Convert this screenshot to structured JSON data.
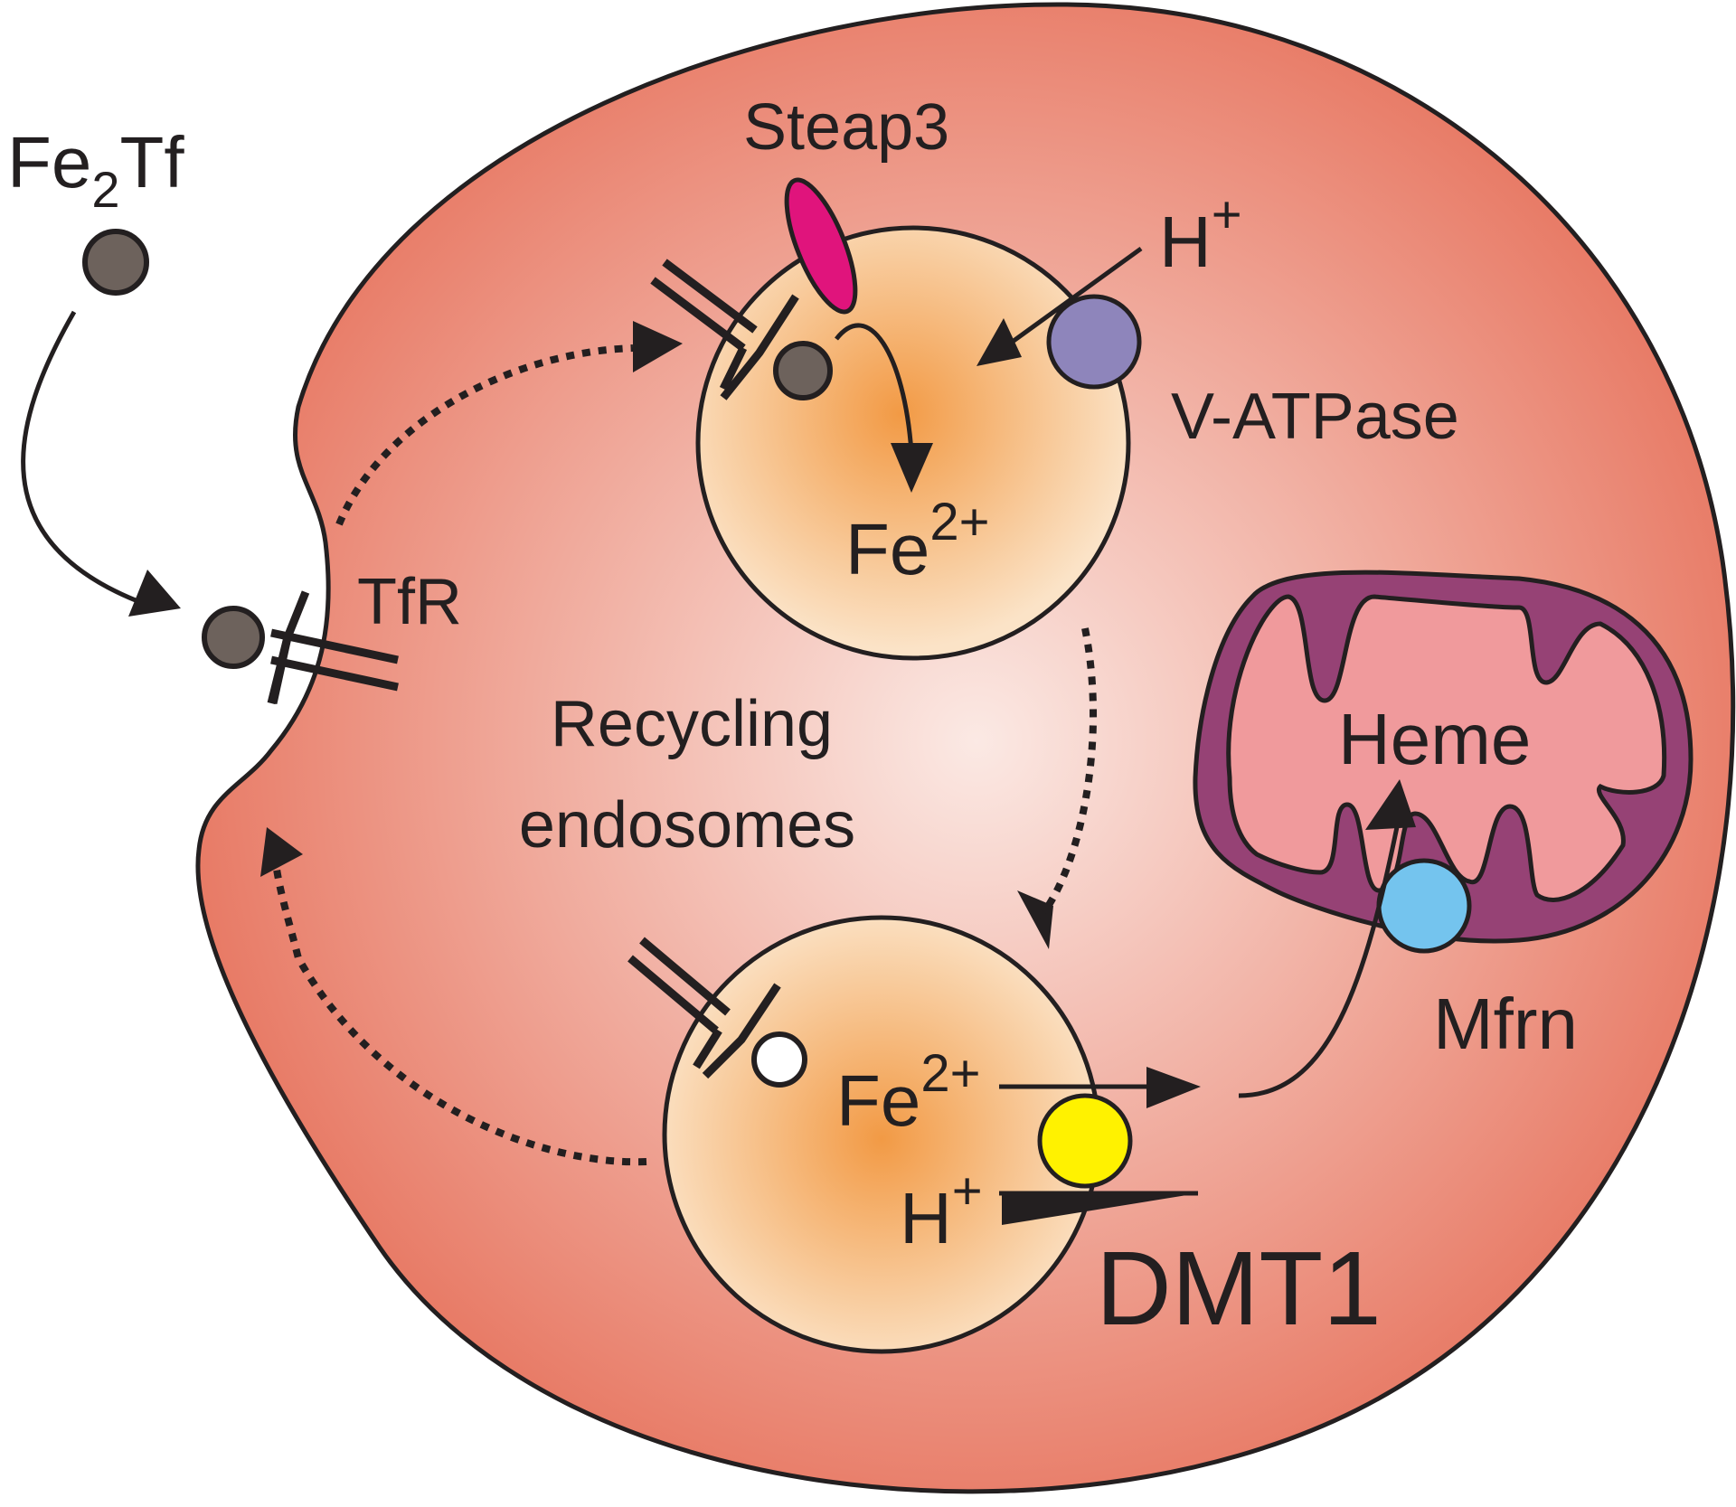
{
  "labels": {
    "fe2tf_main": "Fe",
    "fe2tf_sub": "2",
    "fe2tf_tail": "Tf",
    "steap3": "Steap3",
    "h_top_main": "H",
    "h_top_sup": "+",
    "v_atpase": "V-ATPase",
    "fe2_top_main": "Fe",
    "fe2_top_sup": "2+",
    "tfr": "TfR",
    "recycling_line1": "Recycling",
    "recycling_line2": "endosomes",
    "heme": "Heme",
    "mfrn": "Mfrn",
    "fe2_bottom_main": "Fe",
    "fe2_bottom_sup": "2+",
    "h_bottom_main": "H",
    "h_bottom_sup": "+",
    "dmt1": "DMT1"
  },
  "colors": {
    "cell_center": "#fbe9e4",
    "cell_edge": "#e4644c",
    "endosome_center": "#f29a45",
    "endosome_edge": "#fbe3c7",
    "steap3": "#e0147c",
    "v_atpase": "#8e85bb",
    "mitochondrion_outer": "#964275",
    "mitochondrion_inner": "#f09a9c",
    "mfrn": "#74c4ee",
    "dmt1": "#fff200",
    "iron_loaded": "#6d625c",
    "iron_free": "#ffffff",
    "outline": "#231f20"
  }
}
